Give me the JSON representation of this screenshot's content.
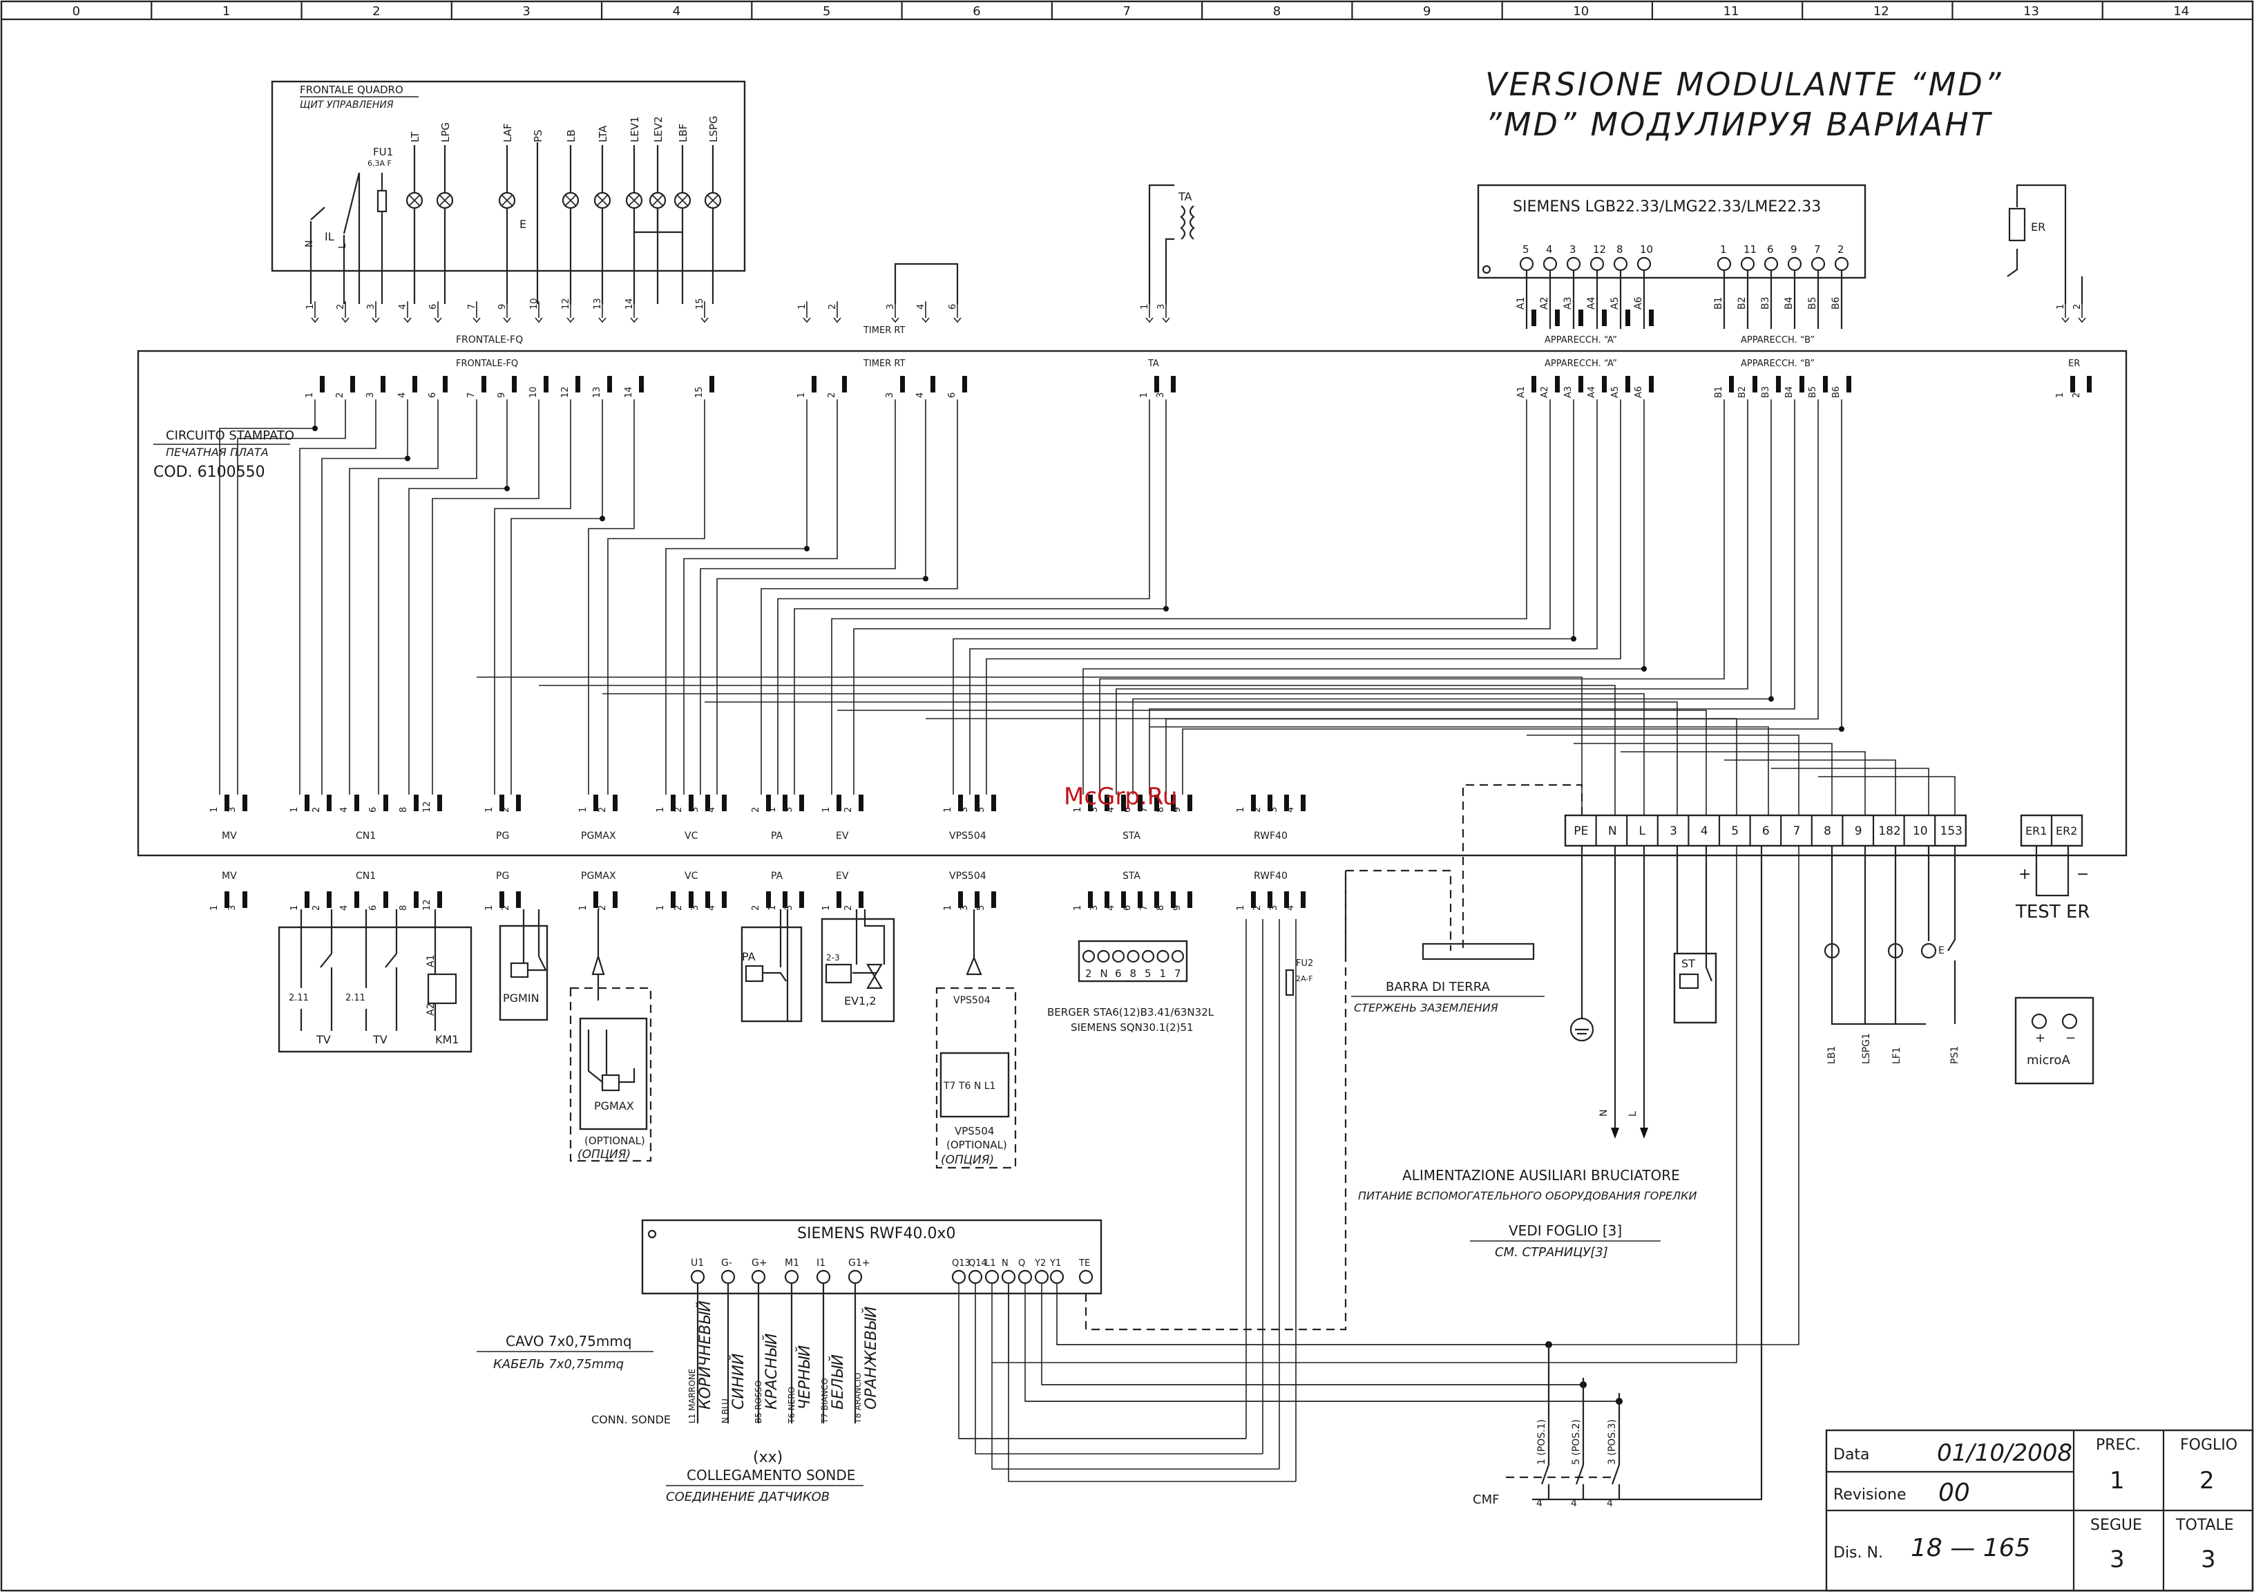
{
  "grid_columns": [
    "0",
    "1",
    "2",
    "3",
    "4",
    "5",
    "6",
    "7",
    "8",
    "9",
    "10",
    "11",
    "12",
    "13",
    "14"
  ],
  "title": {
    "line1": "VERSIONE MODULANTE “MD”",
    "line2": "”MD” МОДУЛИРУЯ ВАРИАНТ"
  },
  "frontale_quadro": {
    "title": "FRONTALE QUADRO",
    "subtitle": "ЩИТ УПРАВЛЕНИЯ",
    "fuse_label": "FU1",
    "fuse_rating": "6,3A F",
    "switch_label": "IL",
    "switch_n": "N",
    "switch_l": "L",
    "pushbutton_label": "E",
    "lamps": [
      "LT",
      "LPG",
      "LAF",
      "PS",
      "LB",
      "LTA",
      "LEV1",
      "LEV2",
      "LBF",
      "LSPG"
    ],
    "terminals": [
      "1",
      "2",
      "3",
      "4",
      "6",
      "7",
      "9",
      "10",
      "12",
      "13",
      "14",
      "15"
    ],
    "connector_label": "FRONTALE-FQ"
  },
  "timer": {
    "label": "TIMER RT",
    "terminals": [
      "1",
      "2",
      "3",
      "4",
      "6"
    ]
  },
  "ta": {
    "label": "TA",
    "terminals": [
      "1",
      "3"
    ]
  },
  "siemens_box": {
    "title": "SIEMENS LGB22.33/LMG22.33/LME22.33",
    "group_a_nums": [
      "5",
      "4",
      "3",
      "12",
      "8",
      "10"
    ],
    "group_b_nums": [
      "1",
      "11",
      "6",
      "9",
      "7",
      "2"
    ],
    "group_a_pins": [
      "A1",
      "A2",
      "A3",
      "A4",
      "A5",
      "A6"
    ],
    "group_b_pins": [
      "B1",
      "B2",
      "B3",
      "B4",
      "B5",
      "B6"
    ],
    "group_a_label": "APPARECCH. “A”",
    "group_b_label": "APPARECCH. “B”"
  },
  "er": {
    "label": "ER",
    "terminals": [
      "1",
      "2"
    ],
    "bottom": [
      "ER1",
      "ER2"
    ]
  },
  "circuit": {
    "title": "CIRCUITO STAMPATO",
    "subtitle": "ПЕЧАТНАЯ ПЛАТА",
    "code": "COD. 6100550"
  },
  "bottom_connectors": [
    {
      "label": "MV",
      "pins": [
        "1",
        "3"
      ]
    },
    {
      "label": "CN1",
      "pins": [
        "1",
        "2",
        "4",
        "6",
        "8",
        "12"
      ]
    },
    {
      "label": "PG",
      "pins": [
        "1",
        "2"
      ]
    },
    {
      "label": "PGMAX",
      "pins": [
        "1",
        "2"
      ]
    },
    {
      "label": "VC",
      "pins": [
        "1",
        "2",
        "3",
        "4"
      ]
    },
    {
      "label": "PA",
      "pins": [
        "2",
        "1",
        "3"
      ]
    },
    {
      "label": "EV",
      "pins": [
        "1",
        "2"
      ]
    },
    {
      "label": "VPS504",
      "pins": [
        "1",
        "3",
        "5"
      ]
    },
    {
      "label": "STA",
      "pins": [
        "1",
        "3",
        "4",
        "6",
        "7",
        "8",
        "9"
      ]
    },
    {
      "label": "RWF40",
      "pins": [
        "1",
        "2",
        "3",
        "4"
      ]
    }
  ],
  "terminal_block": [
    "PE",
    "N",
    "L",
    "3",
    "4",
    "5",
    "6",
    "7",
    "8",
    "9",
    "182",
    "10",
    "153"
  ],
  "watermark": "McGrp.Ru",
  "devices": {
    "tv1": "TV",
    "tv2": "TV",
    "km1": "KM1",
    "a1": "A1",
    "a2": "A2",
    "n211": "2.11",
    "pgmin": "PGMIN",
    "pgmax": "PGMAX",
    "optional": "(OPTIONAL)",
    "optional_ru": "(ОПЦИЯ)",
    "pa": "PA",
    "ev": "EV1,2",
    "ev_pins": "2-3",
    "vps": "VPS504",
    "vps_terms": "T7 T6 N L1",
    "sta_terms": [
      "2",
      "N",
      "6",
      "8",
      "5",
      "1",
      "7"
    ],
    "sta_name1": "BERGER STA6(12)B3.41/63N32L",
    "sta_name2": "SIEMENS SQN30.1(2)51",
    "fu2": "FU2",
    "fu2_rating": "2A-F",
    "barra": "BARRA DI TERRA",
    "barra_ru": "СТЕРЖЕНЬ ЗАЗЕМЛЕНИЯ",
    "st": "ST",
    "lb1": "LB1",
    "lspg1": "LSPG1",
    "lf1": "LF1",
    "ps1": "PS1",
    "test_er": "TEST ER",
    "plus": "+",
    "minus": "−",
    "microa": "microA",
    "n_label": "N",
    "l_label": "L"
  },
  "aux": {
    "line1": "ALIMENTAZIONE AUSILIARI BRUCIATORE",
    "line1_ru": "ПИТАНИЕ ВСПОМОГАТЕЛЬНОГО ОБОРУДОВАНИЯ ГОРЕЛКИ",
    "vedi": "VEDI FOGLIO [3]",
    "vedi_ru": "СМ. СТРАНИЦУ[3]"
  },
  "rwf": {
    "title": "SIEMENS RWF40.0x0",
    "inputs": [
      "U1",
      "G-",
      "G+",
      "M1",
      "I1",
      "G1+"
    ],
    "outputs": [
      "Q13",
      "Q14",
      "L1",
      "N",
      "Q",
      "Y2",
      "Y1",
      "TE"
    ]
  },
  "cavo": {
    "line1": "CAVO 7x0,75mmq",
    "line1_ru": "КАБЕЛЬ 7x0,75mmq",
    "conn": "CONN. SONDE"
  },
  "wires": [
    "L1 MARRONE",
    "N BLU",
    "B5 ROSSO",
    "T6 NERO",
    "T7 BIANCO",
    "T8 ARANCIO"
  ],
  "wires_ru": [
    "КОРИЧНЕВЫЙ",
    "СИНИЙ",
    "КРАСНЫЙ",
    "ЧЕРНЫЙ",
    "БЕЛЫЙ",
    "ОРАНЖЕВЫЙ"
  ],
  "collegamento": {
    "mark": "(xx)",
    "line1": "COLLEGAMENTO SONDE",
    "line1_ru": "СОЕДИНЕНИЕ ДАТЧИКОВ"
  },
  "cmf": {
    "label": "CMF",
    "positions": [
      "1 (POS.1)",
      "5 (POS.2)",
      "3 (POS.3)"
    ],
    "bottom": [
      "4",
      "4",
      "4"
    ]
  },
  "title_block": {
    "data_label": "Data",
    "data_value": "01/10/2008",
    "rev_label": "Revisione",
    "rev_value": "00",
    "dis_label": "Dis. N.",
    "dis_value": "18 — 165",
    "prec_label": "PREC.",
    "prec_value": "1",
    "foglio_label": "FOGLIO",
    "foglio_value": "2",
    "segue_label": "SEGUE",
    "segue_value": "3",
    "totale_label": "TOTALE",
    "totale_value": "3"
  }
}
